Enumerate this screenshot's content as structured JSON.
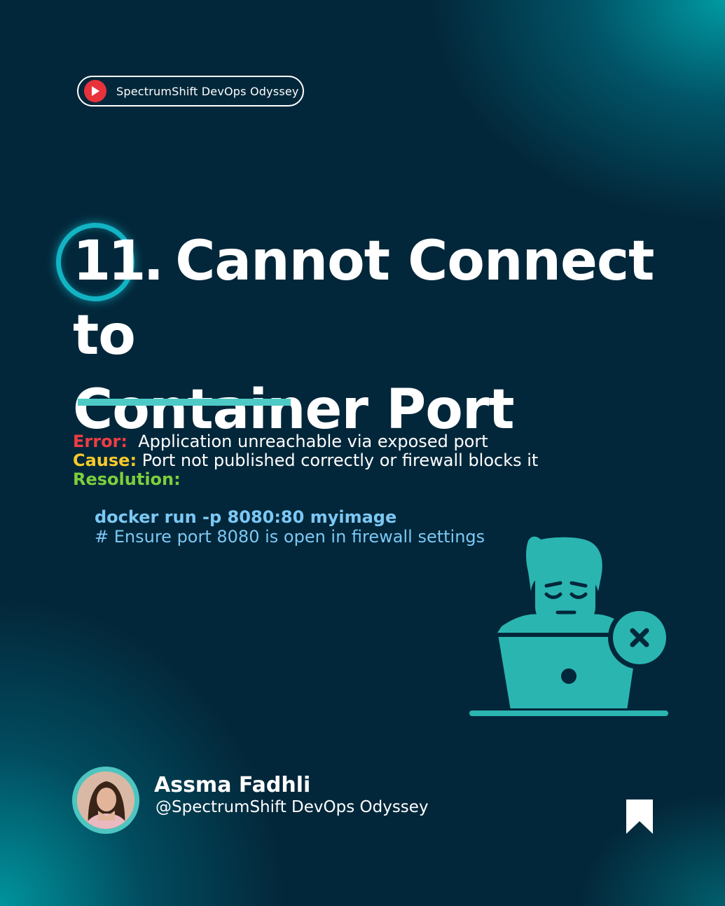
{
  "badge": {
    "label": "SpectrumShift DevOps Odyssey",
    "icon": "play-icon",
    "icon_color": "#e8323b"
  },
  "title": {
    "number": "11.",
    "line1": "Cannot Connect to",
    "line2": "Container Port"
  },
  "info": {
    "error_label": "Error:",
    "error_text": "Application unreachable via exposed port",
    "cause_label": "Cause:",
    "cause_text": "Port not published correctly or firewall blocks it",
    "resolution_label": "Resolution:"
  },
  "code": {
    "command": "docker run -p 8080:80 myimage",
    "comment": "# Ensure port 8080 is open in firewall settings"
  },
  "illustration": {
    "icon": "frustrated-developer-laptop-error-icon",
    "color": "#2bb5b1"
  },
  "author": {
    "name": "Assma Fadhli",
    "handle": "@SpectrumShift DevOps Odyssey",
    "avatar_icon": "author-avatar"
  },
  "colors": {
    "background": "#03273a",
    "accent": "#4ecac6",
    "error": "#f03c43",
    "cause": "#f7c92a",
    "resolution": "#7ccf3c",
    "code": "#7cc8f4"
  },
  "bookmark_icon": "bookmark-icon"
}
